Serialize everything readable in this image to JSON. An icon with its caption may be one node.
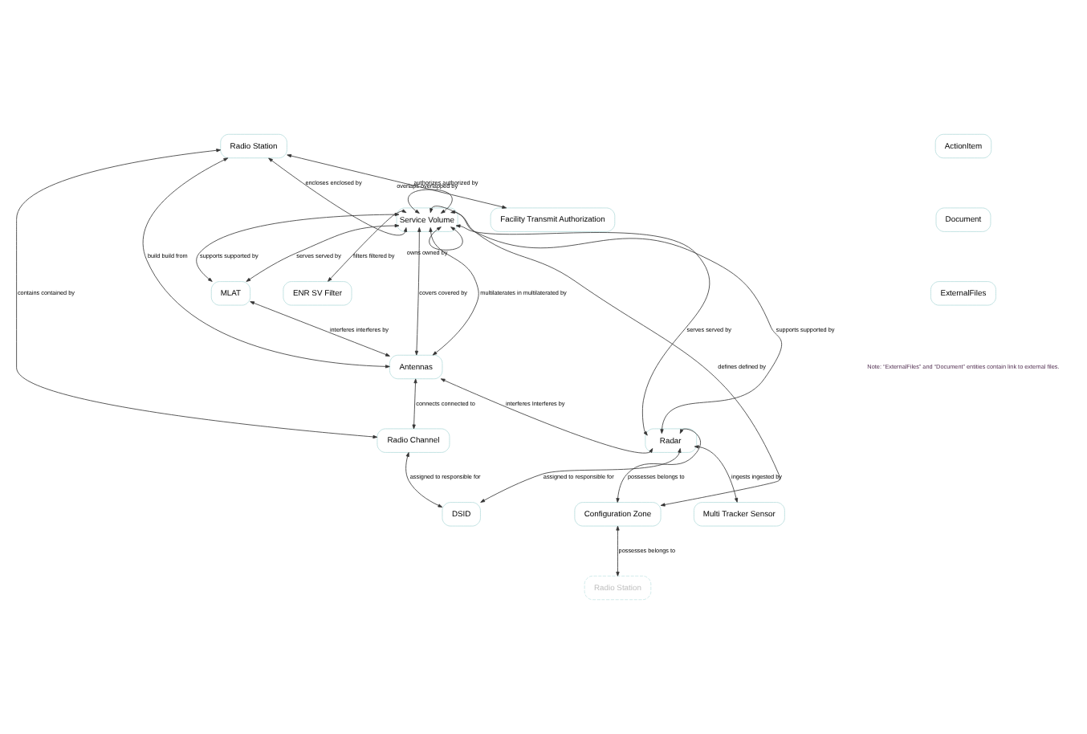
{
  "diagram": {
    "nodes": [
      {
        "text": [
          "ENR SV Filter"
        ]
      },
      {
        "text": [
          "Configuration Zone"
        ]
      },
      {
        "text": [
          "Radio Station"
        ]
      },
      {
        "text": [
          "MLAT"
        ]
      },
      {
        "text": [
          "Service Volume"
        ]
      },
      {
        "text": [
          "Radar"
        ]
      },
      {
        "text": [
          "Multi Tracker Sensor"
        ]
      },
      {
        "text": [
          "ActionItem"
        ]
      },
      {
        "text": [
          "Document"
        ]
      },
      {
        "text": [
          "ExternalFiles"
        ]
      },
      {
        "text": [
          "Antennas"
        ]
      },
      {
        "text": [
          "DSID"
        ]
      },
      {
        "text": [
          "Radio Station"
        ]
      },
      {
        "text": [
          "Radio Channel"
        ]
      },
      {
        "text": [
          "Facility Transmit Authorization"
        ]
      }
    ],
    "edges": [
      {
        "from": 4,
        "to": 0,
        "arrow": "both",
        "label": "filters filtered by"
      },
      {
        "from": 4,
        "to": 1,
        "arrow": "both",
        "label": "defines defined by"
      },
      {
        "from": 4,
        "to": 5,
        "arrow": "both",
        "label": "supports supported by"
      },
      {
        "from": 1,
        "to": 2,
        "arrow": "both",
        "label": "possesses belongs to"
      },
      {
        "from": 4,
        "to": 3,
        "arrow": "both",
        "label": "supports supported by"
      },
      {
        "from": 3,
        "to": 4,
        "arrow": "both",
        "label": "serves served by"
      },
      {
        "from": 4,
        "to": 4,
        "arrow": "both",
        "label": "overlaps overlapped by"
      },
      {
        "from": 5,
        "to": 1,
        "arrow": "both",
        "label": "possesses belongs to"
      },
      {
        "from": 4,
        "to": 5,
        "arrow": "both",
        "label": "serves served by"
      },
      {
        "from": 5,
        "to": 6,
        "arrow": "both",
        "label": "ingests ingested by"
      },
      {
        "from": 4,
        "to": 4,
        "arrow": "both",
        "label": "owns owned by"
      },
      {
        "from": 4,
        "to": 10,
        "arrow": "both",
        "label": "covers covered by"
      },
      {
        "from": 3,
        "to": 10,
        "arrow": "both",
        "label": "interferes interferes by"
      },
      {
        "from": 12,
        "to": 4,
        "arrow": "both",
        "label": "encloses enclosed by"
      },
      {
        "from": 4,
        "to": 10,
        "arrow": "both",
        "label": "multilaterates in multilaterated by"
      },
      {
        "from": 12,
        "to": 10,
        "arrow": "both",
        "label": "build build from"
      },
      {
        "from": 10,
        "to": 5,
        "arrow": "both",
        "label": "interferes Interferes by"
      },
      {
        "from": 5,
        "to": 11,
        "arrow": "both",
        "label": "assigned to responsible for"
      },
      {
        "from": 10,
        "to": 13,
        "arrow": "both",
        "label": "connects connected to"
      },
      {
        "from": 12,
        "to": 13,
        "arrow": "both",
        "label": "contains contained by"
      },
      {
        "from": 13,
        "to": 11,
        "arrow": "both",
        "label": "assigned to responsible for"
      },
      {
        "from": 12,
        "to": 14,
        "arrow": "both",
        "label": "authorizes authorized by"
      }
    ],
    "labels": [
      "Note: “ExternalFiles” and “Document” entities contain link to external files."
    ]
  }
}
